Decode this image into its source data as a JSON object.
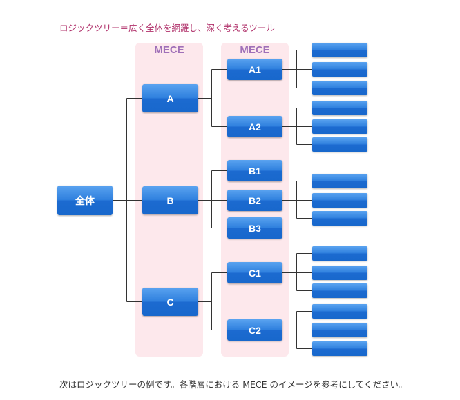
{
  "heading": "ロジックツリー＝広く全体を網羅し、深く考えるツール",
  "caption": "次はロジックツリーの例です。各階層における MECE のイメージを参考にしてください。",
  "bands": [
    "MECE",
    "MECE"
  ],
  "nodes": {
    "root": "全体",
    "a": "A",
    "b": "B",
    "c": "C",
    "a1": "A1",
    "a2": "A2",
    "b1": "B1",
    "b2": "B2",
    "b3": "B3",
    "c1": "C1",
    "c2": "C2"
  },
  "colors": {
    "heading": "#b0306a",
    "band_fill": "#fde8ec",
    "band_title": "#a070b8",
    "node_fill": "#2f80de",
    "connector": "#333333"
  }
}
